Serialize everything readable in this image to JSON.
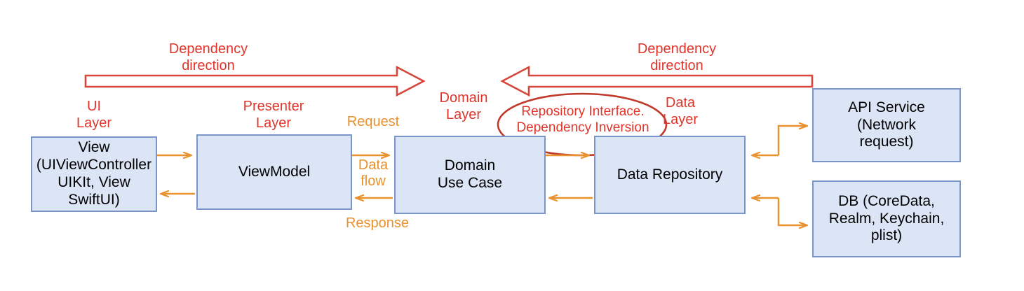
{
  "diagram": {
    "title": "Clean Architecture Layered Data Flow",
    "colors": {
      "box_fill": "#dbe5f5",
      "box_border": "#7a96c8",
      "red_accent": "#e0352b",
      "orange_accent": "#e8912d",
      "background": "#ffffff",
      "text": "#000000"
    },
    "dependency_arrows": [
      {
        "name": "left-dependency-arrow",
        "label": "Dependency\ndirection",
        "direction": "right"
      },
      {
        "name": "right-dependency-arrow",
        "label": "Dependency\ndirection",
        "direction": "left"
      }
    ],
    "layer_labels": [
      {
        "name": "ui-layer",
        "text": "UI\nLayer"
      },
      {
        "name": "presenter-layer",
        "text": "Presenter\nLayer"
      },
      {
        "name": "domain-layer",
        "text": "Domain\nLayer"
      },
      {
        "name": "data-layer",
        "text": "Data\nLayer"
      }
    ],
    "boxes": [
      {
        "name": "view-box",
        "text": "View\n(UIViewController\nUIKIt, View\nSwiftUI)"
      },
      {
        "name": "viewmodel-box",
        "text": "ViewModel"
      },
      {
        "name": "domain-use-case-box",
        "text": "Domain\nUse Case"
      },
      {
        "name": "data-repository-box",
        "text": "Data Repository"
      },
      {
        "name": "api-service-box",
        "text": "API Service (Network\nrequest)"
      },
      {
        "name": "db-box",
        "text": "DB (CoreData,\nRealm, Keychain,\nplist)"
      }
    ],
    "flow_labels": [
      {
        "name": "request-label",
        "text": "Request"
      },
      {
        "name": "data-flow-label",
        "text": "Data\nflow"
      },
      {
        "name": "response-label",
        "text": "Response"
      }
    ],
    "callout": {
      "name": "repository-interface-callout",
      "text": "Repository Interface.\nDependency Inversion"
    }
  }
}
